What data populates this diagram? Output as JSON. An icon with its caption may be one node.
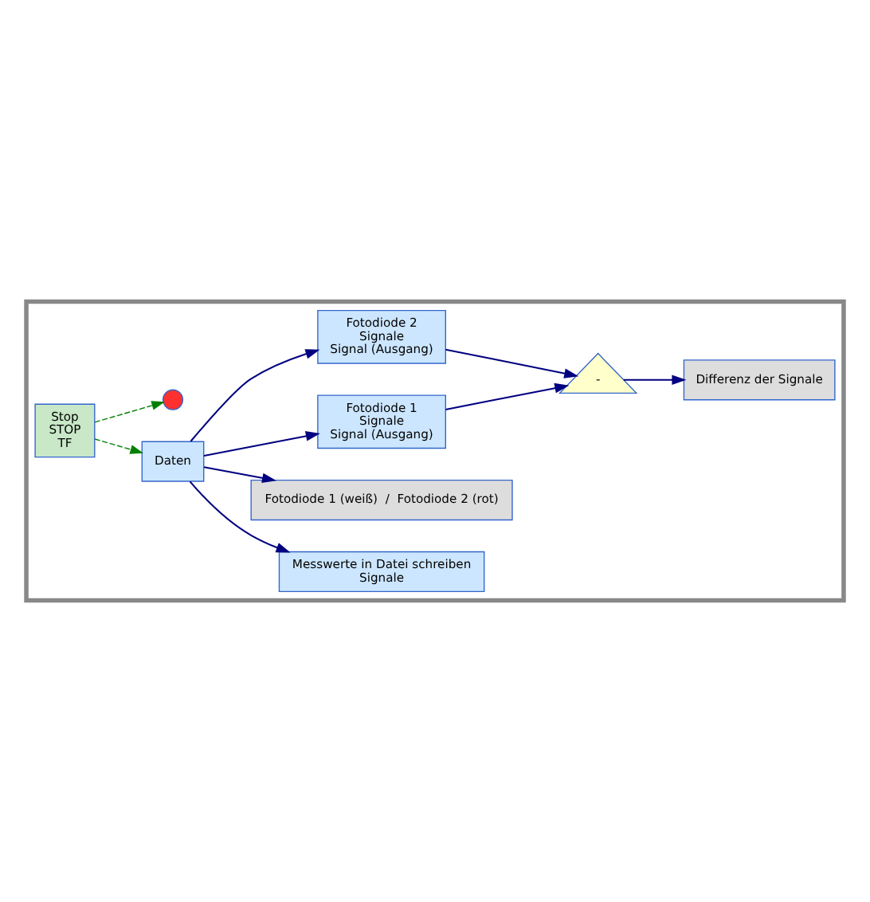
{
  "diagram": {
    "nodes": [
      {
        "text": [],
        "shape": "box"
      },
      {
        "text": [
          "Daten"
        ],
        "in": 0
      },
      {
        "text": [
          "Messwerte in Datei schreiben",
          "Signale"
        ],
        "in": 0
      },
      {
        "text": [
          "Fotodiode 1 (weiß)  /  Fotodiode 2 (rot)"
        ],
        "in": 0
      },
      {
        "text": [
          "Differenz der Signale"
        ],
        "in": 0
      },
      {
        "text": [
          "Fotodiode 1",
          "Signale",
          "Signal (Ausgang)"
        ],
        "in": 0
      },
      {
        "text": [
          "Fotodiode 2",
          "Signale",
          "Signal (Ausgang)"
        ],
        "in": 0
      },
      {
        "text": [
          "-"
        ],
        "in": 0
      },
      {
        "text": [
          "Stop",
          "STOP",
          "TF"
        ],
        "in": 0
      },
      {
        "text": [],
        "shape": "circle",
        "in": 0
      }
    ],
    "edges": [
      {
        "from": 1,
        "to": 2,
        "arrow": "to"
      },
      {
        "from": 1,
        "to": 3,
        "arrow": "to"
      },
      {
        "from": 1,
        "to": 5,
        "arrow": "to"
      },
      {
        "from": 1,
        "to": 6,
        "arrow": "to"
      },
      {
        "from": 5,
        "to": 7,
        "arrow": "to"
      },
      {
        "from": 6,
        "to": 7,
        "arrow": "to"
      },
      {
        "from": 7,
        "to": 4,
        "arrow": "to"
      },
      {
        "from": 8,
        "to": 1,
        "arrow": "to",
        "style": "dashed",
        "color": "#008000"
      },
      {
        "from": 8,
        "to": 9,
        "arrow": "to",
        "style": "dashed",
        "color": "#008000"
      }
    ]
  }
}
